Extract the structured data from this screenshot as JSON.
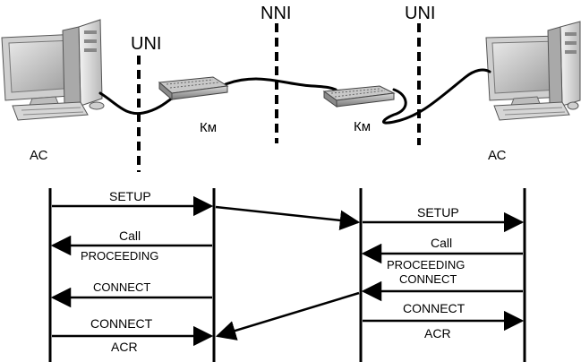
{
  "interfaces": {
    "uni_left": "UNI",
    "nni": "NNI",
    "uni_right": "UNI"
  },
  "nodes": {
    "ac_left": "АС",
    "km_left": "Км",
    "km_right": "Км",
    "ac_right": "АС"
  },
  "messages": {
    "setup_left": "SETUP",
    "call_left": "Call",
    "proceeding_left": "PROCEEDING",
    "connect_left_top": "CONNECT",
    "connect_left_bottom": "CONNECT",
    "acr_left": "ACR",
    "setup_right": "SETUP",
    "call_right": "Call",
    "proceeding_right": "PROCEEDING",
    "connect_right_top": "CONNECT",
    "connect_right_bottom": "CONNECT",
    "acr_right": "ACR"
  }
}
